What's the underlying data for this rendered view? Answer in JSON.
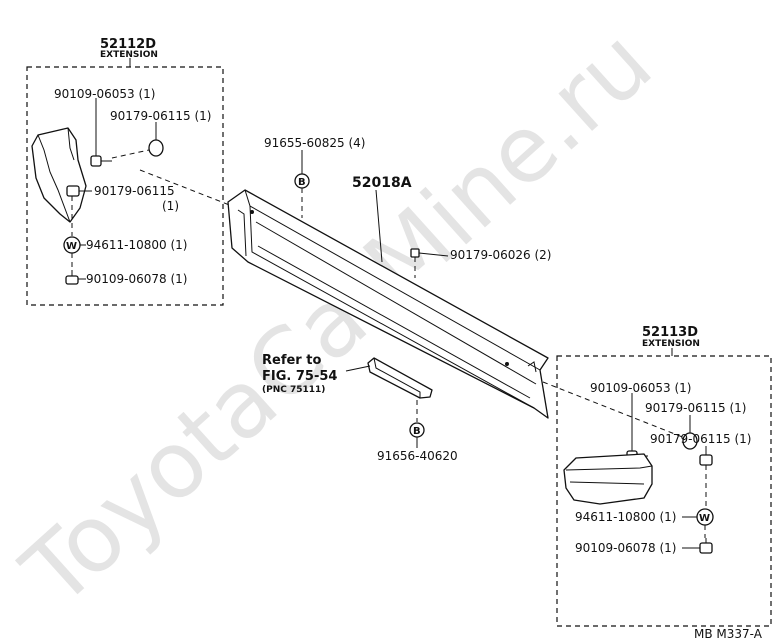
{
  "watermark": "ToyotaCarMine.ru",
  "left_extension": {
    "part_number": "52112D",
    "name": "EXTENSION",
    "parts": [
      {
        "id": "bolt_a",
        "text": "90109-06053 (1)"
      },
      {
        "id": "nut_a",
        "text": "90179-06115 (1)"
      },
      {
        "id": "nut_b",
        "text": "90179-06115"
      },
      {
        "id": "nut_b_qty",
        "text": "(1)"
      },
      {
        "id": "washer",
        "text": "94611-10800 (1)"
      },
      {
        "id": "bolt_b",
        "text": "90109-06078 (1)"
      }
    ],
    "washer_symbol": "W"
  },
  "bumper": {
    "part_number": "52018A",
    "bolt_top": "91655-60825 (4)",
    "bolt_bottom": "91656-40620",
    "bolt_symbol": "B",
    "nut": "90179-06026 (2)"
  },
  "reference": {
    "line1": "Refer to",
    "line2": "FIG. 75-54",
    "line3": "(PNC 75111)"
  },
  "right_extension": {
    "part_number": "52113D",
    "name": "EXTENSION",
    "parts": [
      {
        "id": "bolt_a",
        "text": "90109-06053 (1)"
      },
      {
        "id": "nut_a",
        "text": "90179-06115 (1)"
      },
      {
        "id": "nut_b",
        "text": "90179-06115 (1)"
      },
      {
        "id": "washer",
        "text": "94611-10800 (1)"
      },
      {
        "id": "bolt_b",
        "text": "90109-06078 (1)"
      }
    ],
    "washer_symbol": "W"
  },
  "figure_code": "MB  M337-A"
}
